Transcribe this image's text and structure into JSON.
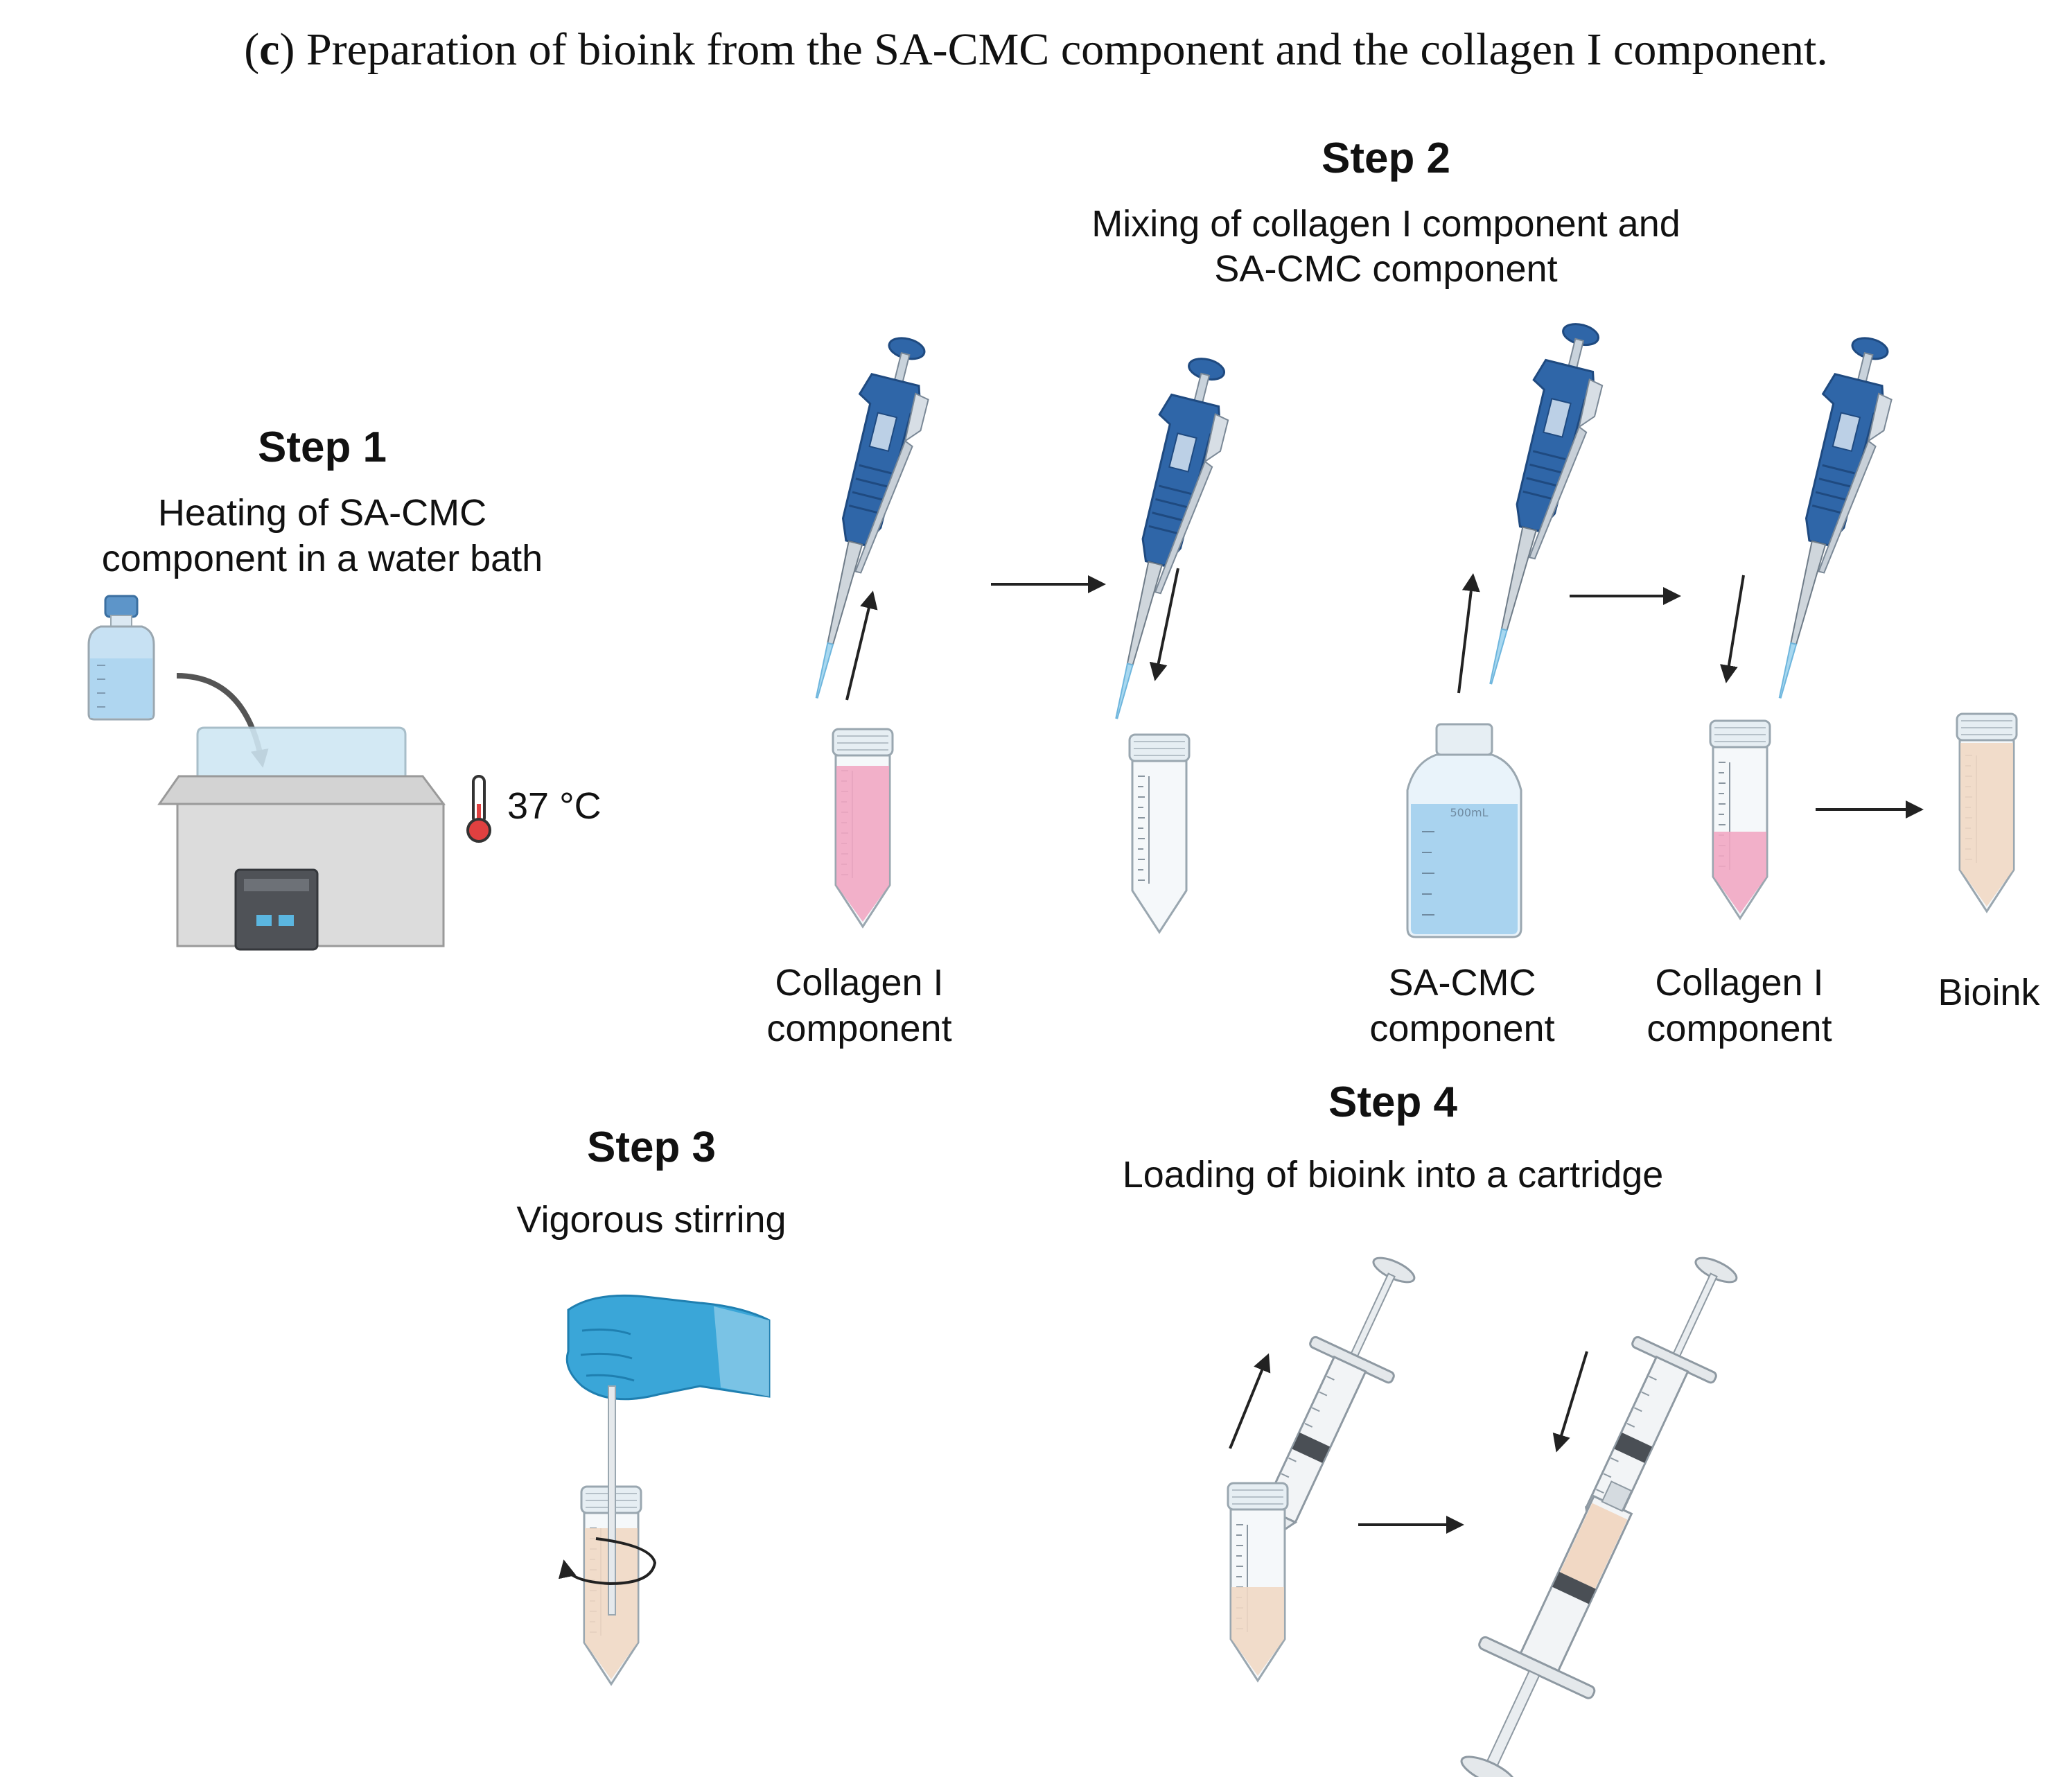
{
  "title": {
    "panel_letter": "c",
    "text": "Preparation of bioink from the SA-CMC component and the collagen I component."
  },
  "step1": {
    "heading": "Step 1",
    "description_line1": "Heating of SA-CMC",
    "description_line2": "component in a water bath",
    "temperature": "37 °C"
  },
  "step2": {
    "heading": "Step 2",
    "description_line1": "Mixing of collagen I component and",
    "description_line2": "SA-CMC component",
    "labels": [
      {
        "line1": "Collagen I",
        "line2": "component"
      },
      {
        "line1": "SA-CMC",
        "line2": "component"
      },
      {
        "line1": "Collagen I",
        "line2": "component"
      },
      {
        "line1": "Bioink",
        "line2": ""
      }
    ],
    "bottle_mark": "500mL"
  },
  "step3": {
    "heading": "Step 3",
    "description": "Vigorous stirring"
  },
  "step4": {
    "heading": "Step 4",
    "description": "Loading of bioink into a cartridge"
  },
  "colors": {
    "pipette_blue": "#2f66a8",
    "collagen_pink": "#f2a7c3",
    "sacmc_blue": "#a9d3ef",
    "bioink_beige": "#f1d8c4",
    "glove_blue": "#3aa6d8",
    "bath_grey": "#d9d9d9"
  }
}
